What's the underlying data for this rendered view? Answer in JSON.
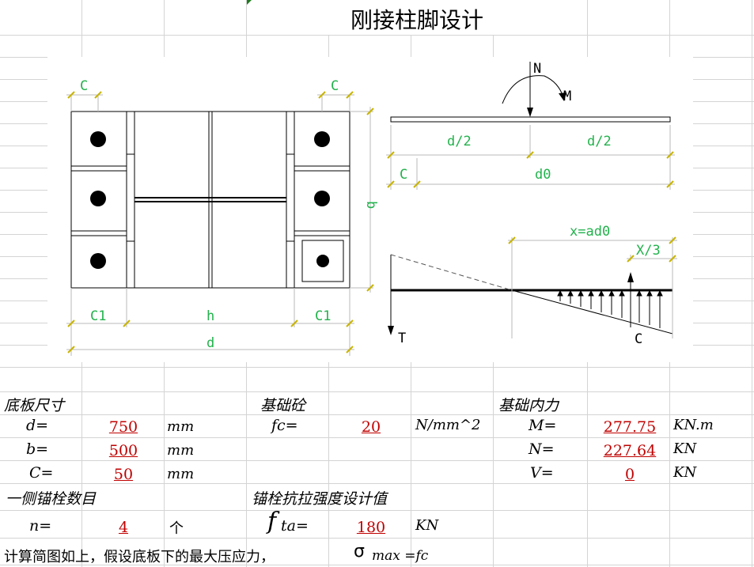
{
  "title": "刚接柱脚设计",
  "drawing": {
    "plan": {
      "c_left": "C",
      "c_right": "C",
      "b": "b",
      "c1_left": "C1",
      "h": "h",
      "c1_right": "C1",
      "d": "d"
    },
    "elevation": {
      "n": "N",
      "m": "M",
      "d2_left": "d/2",
      "d2_right": "d/2",
      "c": "C",
      "d0": "d0"
    },
    "stress": {
      "x": "x=ad0",
      "x3": "X/3",
      "t": "T",
      "c": "C"
    }
  },
  "base_plate": {
    "heading": "底板尺寸",
    "d_label": "d=",
    "d_value": "750",
    "d_unit": "mm",
    "b_label": "b=",
    "b_value": "500",
    "b_unit": "mm",
    "c_label": "C=",
    "c_value": "50",
    "c_unit": "mm"
  },
  "concrete": {
    "heading": "基础砼",
    "fc_label": "fc=",
    "fc_value": "20",
    "fc_unit": "N/mm^2"
  },
  "internal_forces": {
    "heading": "基础内力",
    "m_label": "M=",
    "m_value": "277.75",
    "m_unit": "KN.m",
    "n_label": "N=",
    "n_value": "227.64",
    "n_unit": "KN",
    "v_label": "V=",
    "v_value": "0",
    "v_unit": "KN"
  },
  "anchors": {
    "heading": "一侧锚栓数目",
    "n_label": "n=",
    "n_value": "4",
    "n_unit": "个"
  },
  "anchor_strength": {
    "heading": "锚栓抗拉强度设计值",
    "f_symbol": "f",
    "f_label": "ta=",
    "f_value": "180",
    "f_unit": "KN"
  },
  "note": {
    "text": "计算简图如上，假设底板下的最大压应力，",
    "sigma": "σ",
    "sub": "max =fc"
  }
}
